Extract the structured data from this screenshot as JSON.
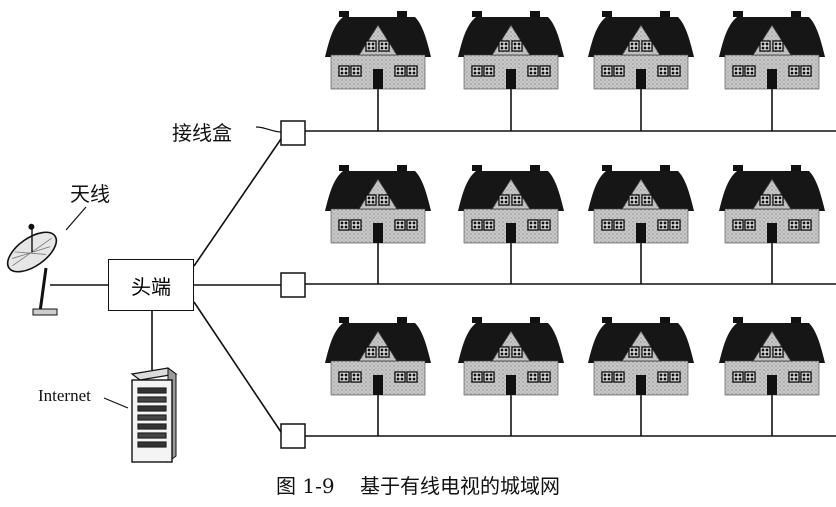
{
  "labels": {
    "antenna": "天线",
    "junction_box": "接线盒",
    "headend": "头端",
    "internet": "Internet"
  },
  "caption": "图 1-9    基于有线电视的城域网",
  "colors": {
    "line": "#111111",
    "roof": "#161616",
    "wall": "#bdbdbd",
    "window": "#222222"
  },
  "icons": [
    "satellite-dish-icon",
    "server-tower-icon",
    "house-icon",
    "junction-box-icon"
  ],
  "layout": {
    "rows": 3,
    "houses_per_row": 4
  }
}
